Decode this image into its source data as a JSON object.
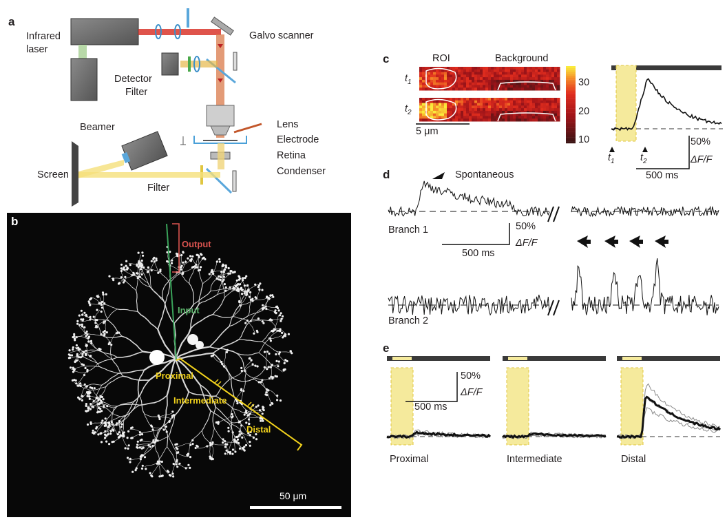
{
  "panel_labels": {
    "a": "a",
    "b": "b",
    "c": "c",
    "d": "d",
    "e": "e"
  },
  "panel_a": {
    "infrared_laser_1": "Infrared",
    "infrared_laser_2": "laser",
    "galvo_scanner": "Galvo scanner",
    "detector": "Detector",
    "filter_top": "Filter",
    "lens": "Lens",
    "electrode": "Electrode",
    "retina": "Retina",
    "condenser": "Condenser",
    "beamer": "Beamer",
    "screen": "Screen",
    "filter_bottom": "Filter"
  },
  "panel_b": {
    "output": "Output",
    "input": "Input",
    "proximal": "Proximal",
    "intermediate": "Intermediate",
    "distal": "Distal",
    "scale_bar": "50 μm"
  },
  "panel_c": {
    "roi": "ROI",
    "background": "Background",
    "t1": "t",
    "t1_sub": "1",
    "t2": "t",
    "t2_sub": "2",
    "scale_bar": "5 μm",
    "colorbar_ticks": [
      "30",
      "20",
      "10"
    ],
    "amp_scale": "50%",
    "dff": "ΔF/F",
    "time_scale": "500 ms",
    "colors": {
      "stim": "#f5ea9c",
      "stim_border": "#e0c640",
      "bar": "#3a3a3a"
    }
  },
  "panel_d": {
    "spontaneous": "Spontaneous",
    "branch1": "Branch 1",
    "branch2": "Branch 2",
    "amp_scale": "50%",
    "dff": "ΔF/F",
    "time_scale": "500 ms"
  },
  "panel_e": {
    "amp_scale": "50%",
    "dff": "ΔF/F",
    "time_scale": "500 ms",
    "proximal": "Proximal",
    "intermediate": "Intermediate",
    "distal": "Distal"
  }
}
